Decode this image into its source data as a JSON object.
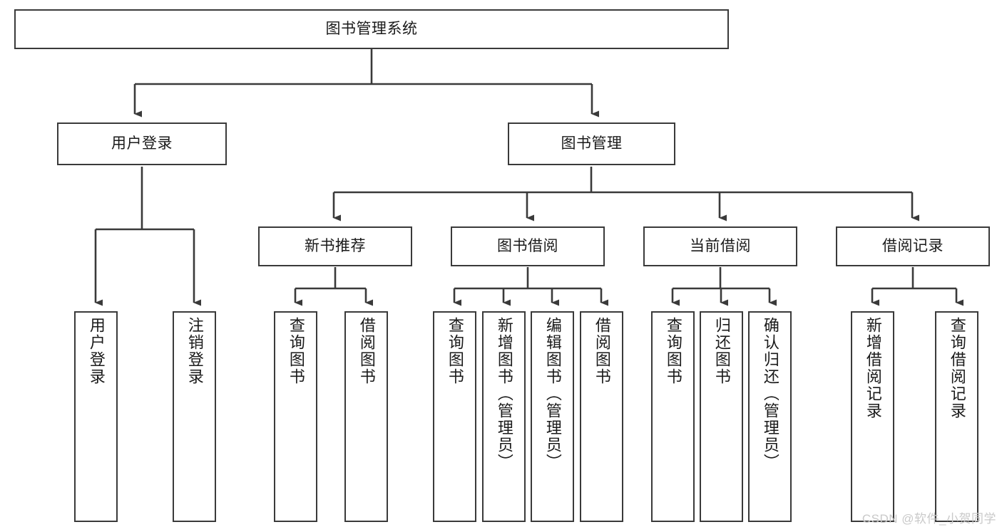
{
  "diagram": {
    "title": "图书管理系统",
    "type": "functional-structure-tree",
    "watermark": "CSDN @软件_小贺同学",
    "colors": {
      "background": "#ffffff",
      "node_border": "#3a3a3a",
      "node_fill": "#ffffff",
      "edge": "#3a3a3a",
      "text": "#1a1a1a",
      "watermark": "#c9c9c9"
    },
    "root": {
      "label": "图书管理系统",
      "orientation": "horizontal"
    },
    "level2": [
      {
        "label": "用户登录",
        "orientation": "horizontal"
      },
      {
        "label": "图书管理",
        "orientation": "horizontal"
      }
    ],
    "level3": [
      {
        "label": "新书推荐",
        "orientation": "horizontal"
      },
      {
        "label": "图书借阅",
        "orientation": "horizontal"
      },
      {
        "label": "当前借阅",
        "orientation": "horizontal"
      },
      {
        "label": "借阅记录",
        "orientation": "horizontal"
      }
    ],
    "leaves": {
      "user_login": [
        {
          "label": "用户登录",
          "orientation": "vertical"
        },
        {
          "label": "注销登录",
          "orientation": "vertical"
        }
      ],
      "new_book_recommend": [
        {
          "label": "查询图书",
          "orientation": "vertical"
        },
        {
          "label": "借阅图书",
          "orientation": "vertical"
        }
      ],
      "book_borrow": [
        {
          "label": "查询图书",
          "orientation": "vertical"
        },
        {
          "label": "新增图书（管理员）",
          "orientation": "vertical"
        },
        {
          "label": "编辑图书（管理员）",
          "orientation": "vertical"
        },
        {
          "label": "借阅图书",
          "orientation": "vertical"
        }
      ],
      "current_borrow": [
        {
          "label": "查询图书",
          "orientation": "vertical"
        },
        {
          "label": "归还图书",
          "orientation": "vertical"
        },
        {
          "label": "确认归还（管理员）",
          "orientation": "vertical"
        }
      ],
      "borrow_record": [
        {
          "label": "新增借阅记录",
          "orientation": "vertical"
        },
        {
          "label": "查询借阅记录",
          "orientation": "vertical"
        }
      ]
    }
  }
}
